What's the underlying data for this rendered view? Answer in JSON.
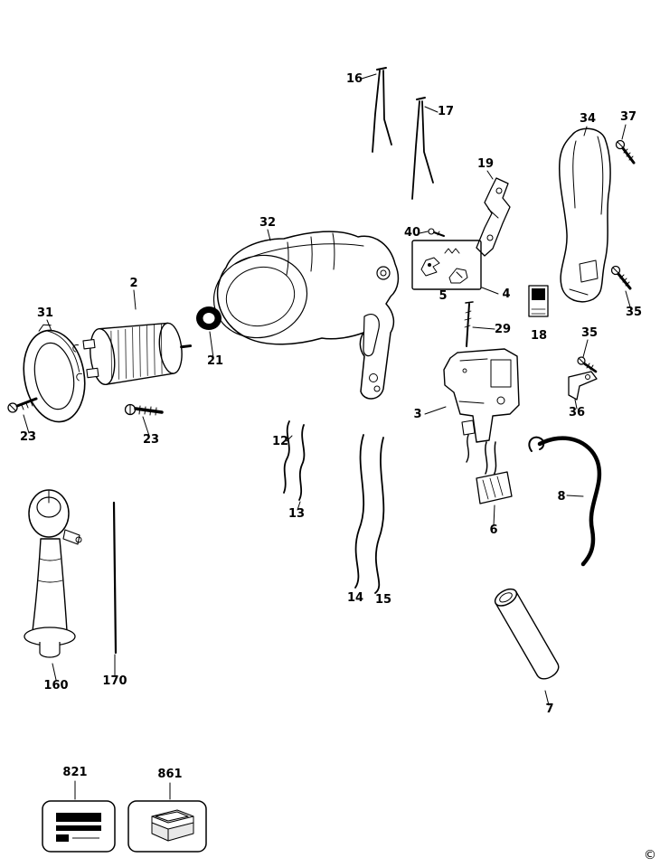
{
  "page": {
    "background_color": "#ffffff",
    "line_color": "#000000",
    "copyright_symbol": "©"
  },
  "diagram": {
    "part_labels": [
      {
        "text": "16"
      },
      {
        "text": "17"
      },
      {
        "text": "19"
      },
      {
        "text": "34"
      },
      {
        "text": "37"
      },
      {
        "text": "32"
      },
      {
        "text": "40"
      },
      {
        "text": "2"
      },
      {
        "text": "31"
      },
      {
        "text": "5"
      },
      {
        "text": "4"
      },
      {
        "text": "29"
      },
      {
        "text": "18"
      },
      {
        "text": "35"
      },
      {
        "text": "35"
      },
      {
        "text": "21"
      },
      {
        "text": "3"
      },
      {
        "text": "36"
      },
      {
        "text": "23"
      },
      {
        "text": "23"
      },
      {
        "text": "12"
      },
      {
        "text": "13"
      },
      {
        "text": "14"
      },
      {
        "text": "15"
      },
      {
        "text": "6"
      },
      {
        "text": "8"
      },
      {
        "text": "160"
      },
      {
        "text": "170"
      },
      {
        "text": "7"
      },
      {
        "text": "821"
      },
      {
        "text": "861"
      }
    ]
  }
}
